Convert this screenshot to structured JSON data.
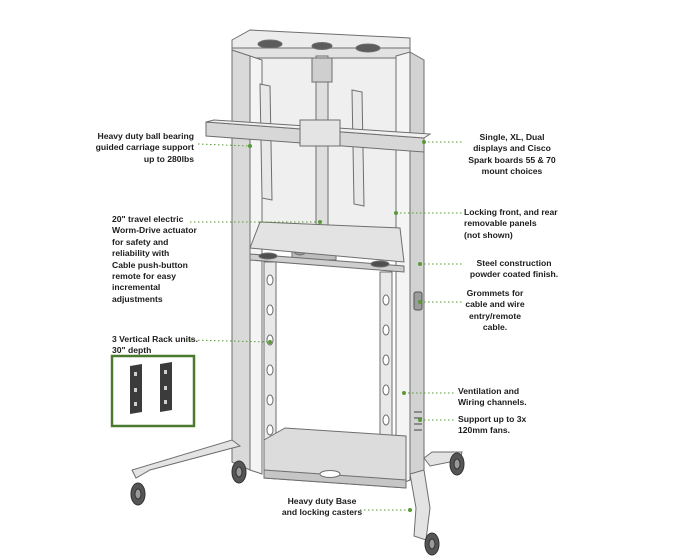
{
  "callouts": {
    "ball_bearing": [
      "Heavy duty ball bearing",
      "guided carriage support",
      "up to 280lbs"
    ],
    "displays": [
      "Single, XL, Dual",
      "displays and Cisco",
      "Spark boards 55 & 70",
      "mount choices"
    ],
    "actuator": [
      "20\" travel electric",
      "Worm-Drive actuator",
      "for safety and",
      "reliability with",
      "Cable push-button",
      "remote for easy",
      "incremental",
      "adjustments"
    ],
    "panels": [
      "Locking front, and rear",
      "removable panels",
      "(not shown)"
    ],
    "steel": [
      "Steel construction",
      "powder coated finish."
    ],
    "grommets": [
      "Grommets for",
      "cable and wire",
      "entry/remote",
      "cable."
    ],
    "rack_units": [
      "3 Vertical Rack units.",
      "30\" depth"
    ],
    "ventilation": [
      "Ventilation and",
      "Wiring channels."
    ],
    "fans": [
      "Support up to 3x",
      "120mm fans."
    ],
    "base": [
      "Heavy duty Base",
      "and locking casters"
    ]
  },
  "colors": {
    "leader": "#5a9a3a",
    "frame": "#6e6e6e",
    "panel": "#e6e6e6",
    "rack_box": "#4a7a2e"
  }
}
